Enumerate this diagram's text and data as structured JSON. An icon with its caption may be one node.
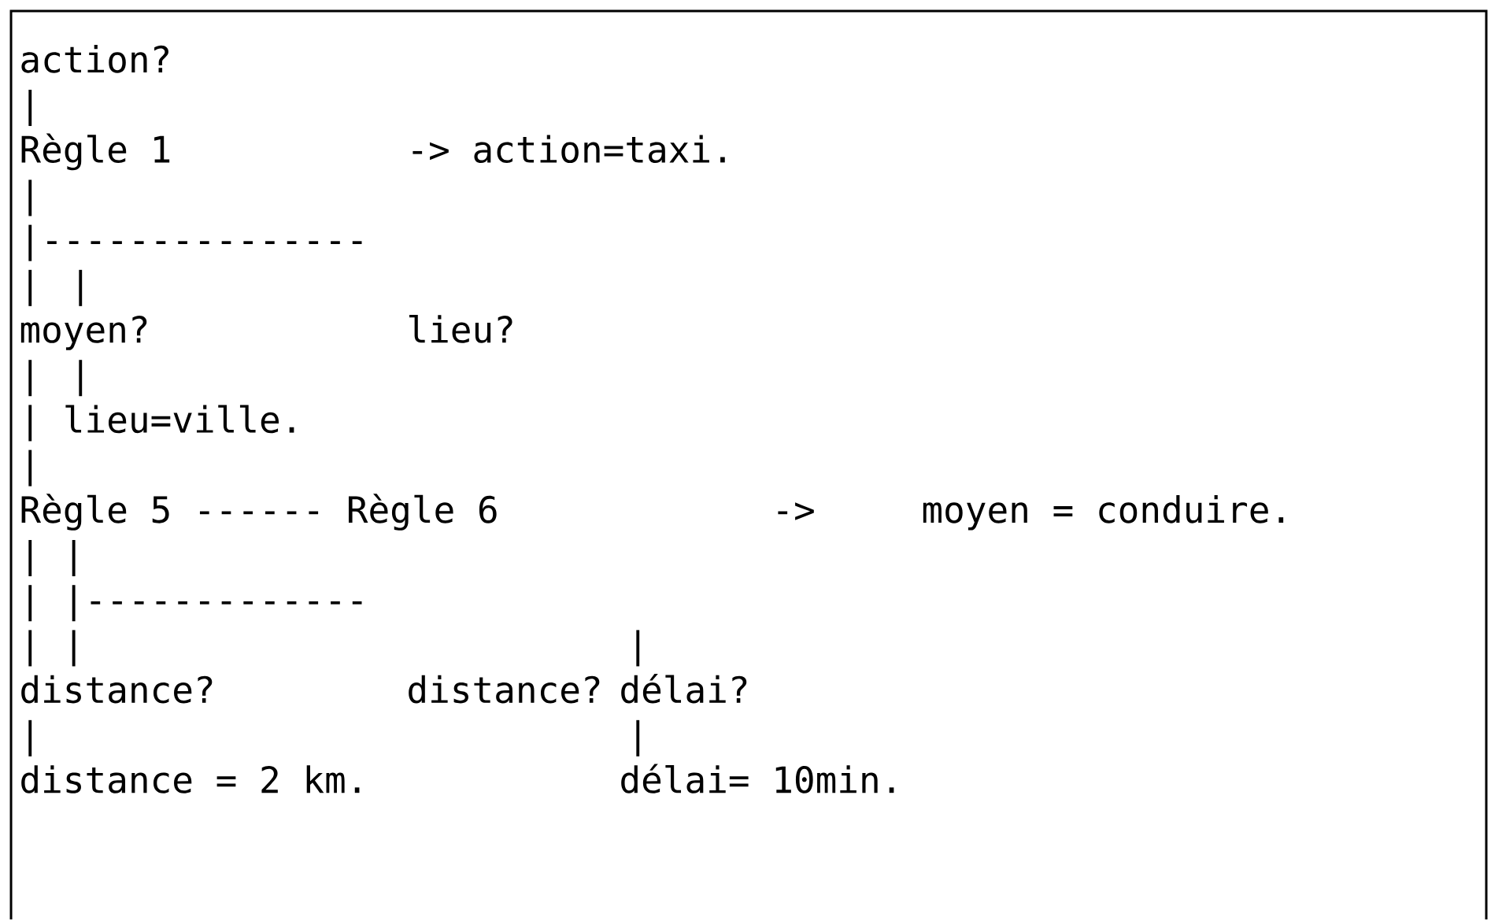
{
  "diagram": {
    "labels": [
      "action?",
      "|",
      "Règle 1",
      "-> action=taxi.",
      "|",
      "|---------------",
      "|",
      "|",
      "moyen?",
      "lieu?",
      "|",
      "|",
      "| lieu=ville.",
      "|",
      "Règle 5 ------ Règle 6",
      "->",
      "moyen = conduire.",
      "| |",
      "| |-------------",
      "| |",
      "|",
      "distance?",
      "distance?",
      "délai?",
      "|",
      "|",
      "distance = 2 km.",
      "délai= 10min."
    ]
  }
}
